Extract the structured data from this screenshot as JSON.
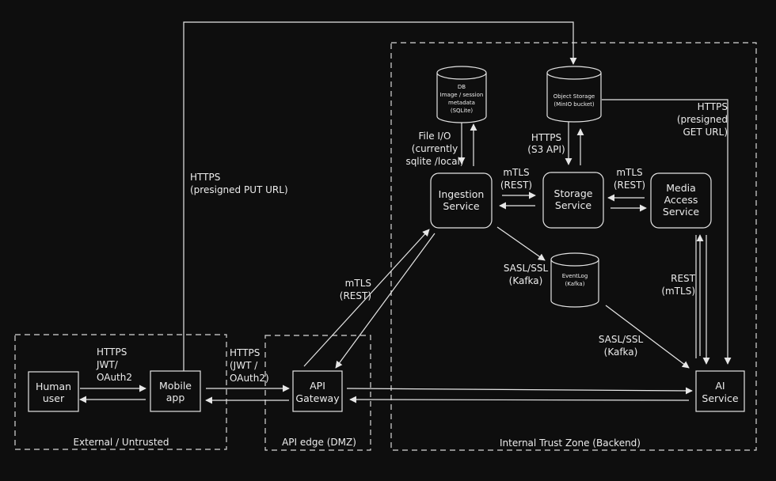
{
  "zones": {
    "external": "External / Untrusted",
    "dmz": "API edge (DMZ)",
    "internal": "Internal Trust Zone (Backend)"
  },
  "nodes": {
    "human_user": [
      "Human",
      "user"
    ],
    "mobile_app": [
      "Mobile",
      "app"
    ],
    "api_gateway": [
      "API",
      "Gateway"
    ],
    "ingestion_service": [
      "Ingestion",
      "Service"
    ],
    "storage_service": [
      "Storage",
      "Service"
    ],
    "media_access_service": [
      "Media",
      "Access",
      "Service"
    ],
    "ai_service": [
      "AI",
      "Service"
    ]
  },
  "stores": {
    "db": [
      "DB",
      "Image / session",
      "metadata",
      "(SQLite)"
    ],
    "object_storage": [
      "Object Storage",
      "(MinIO bucket)"
    ],
    "event_log": [
      "EventLog",
      "(Kafka)"
    ]
  },
  "edge_labels": {
    "user_app": [
      "HTTPS",
      "JWT/",
      "OAuth2"
    ],
    "app_gateway": [
      "HTTPS",
      "(JWT /",
      "OAuth2)"
    ],
    "presigned_put": [
      "HTTPS",
      "(presigned PUT URL)"
    ],
    "gateway_ingestion": [
      "mTLS",
      "(REST)"
    ],
    "file_io": [
      "File I/O",
      "(currently",
      "sqlite /local)"
    ],
    "s3_api": [
      "HTTPS",
      "(S3 API)"
    ],
    "ingestion_storage": [
      "mTLS",
      "(REST)"
    ],
    "storage_media": [
      "mTLS",
      "(REST)"
    ],
    "presigned_get": [
      "HTTPS",
      "(presigned",
      "GET URL)"
    ],
    "ingestion_eventlog": [
      "SASL/SSL",
      "(Kafka)"
    ],
    "eventlog_ai": [
      "SASL/SSL",
      "(Kafka)"
    ],
    "media_ai": [
      "REST",
      "(mTLS)"
    ]
  }
}
